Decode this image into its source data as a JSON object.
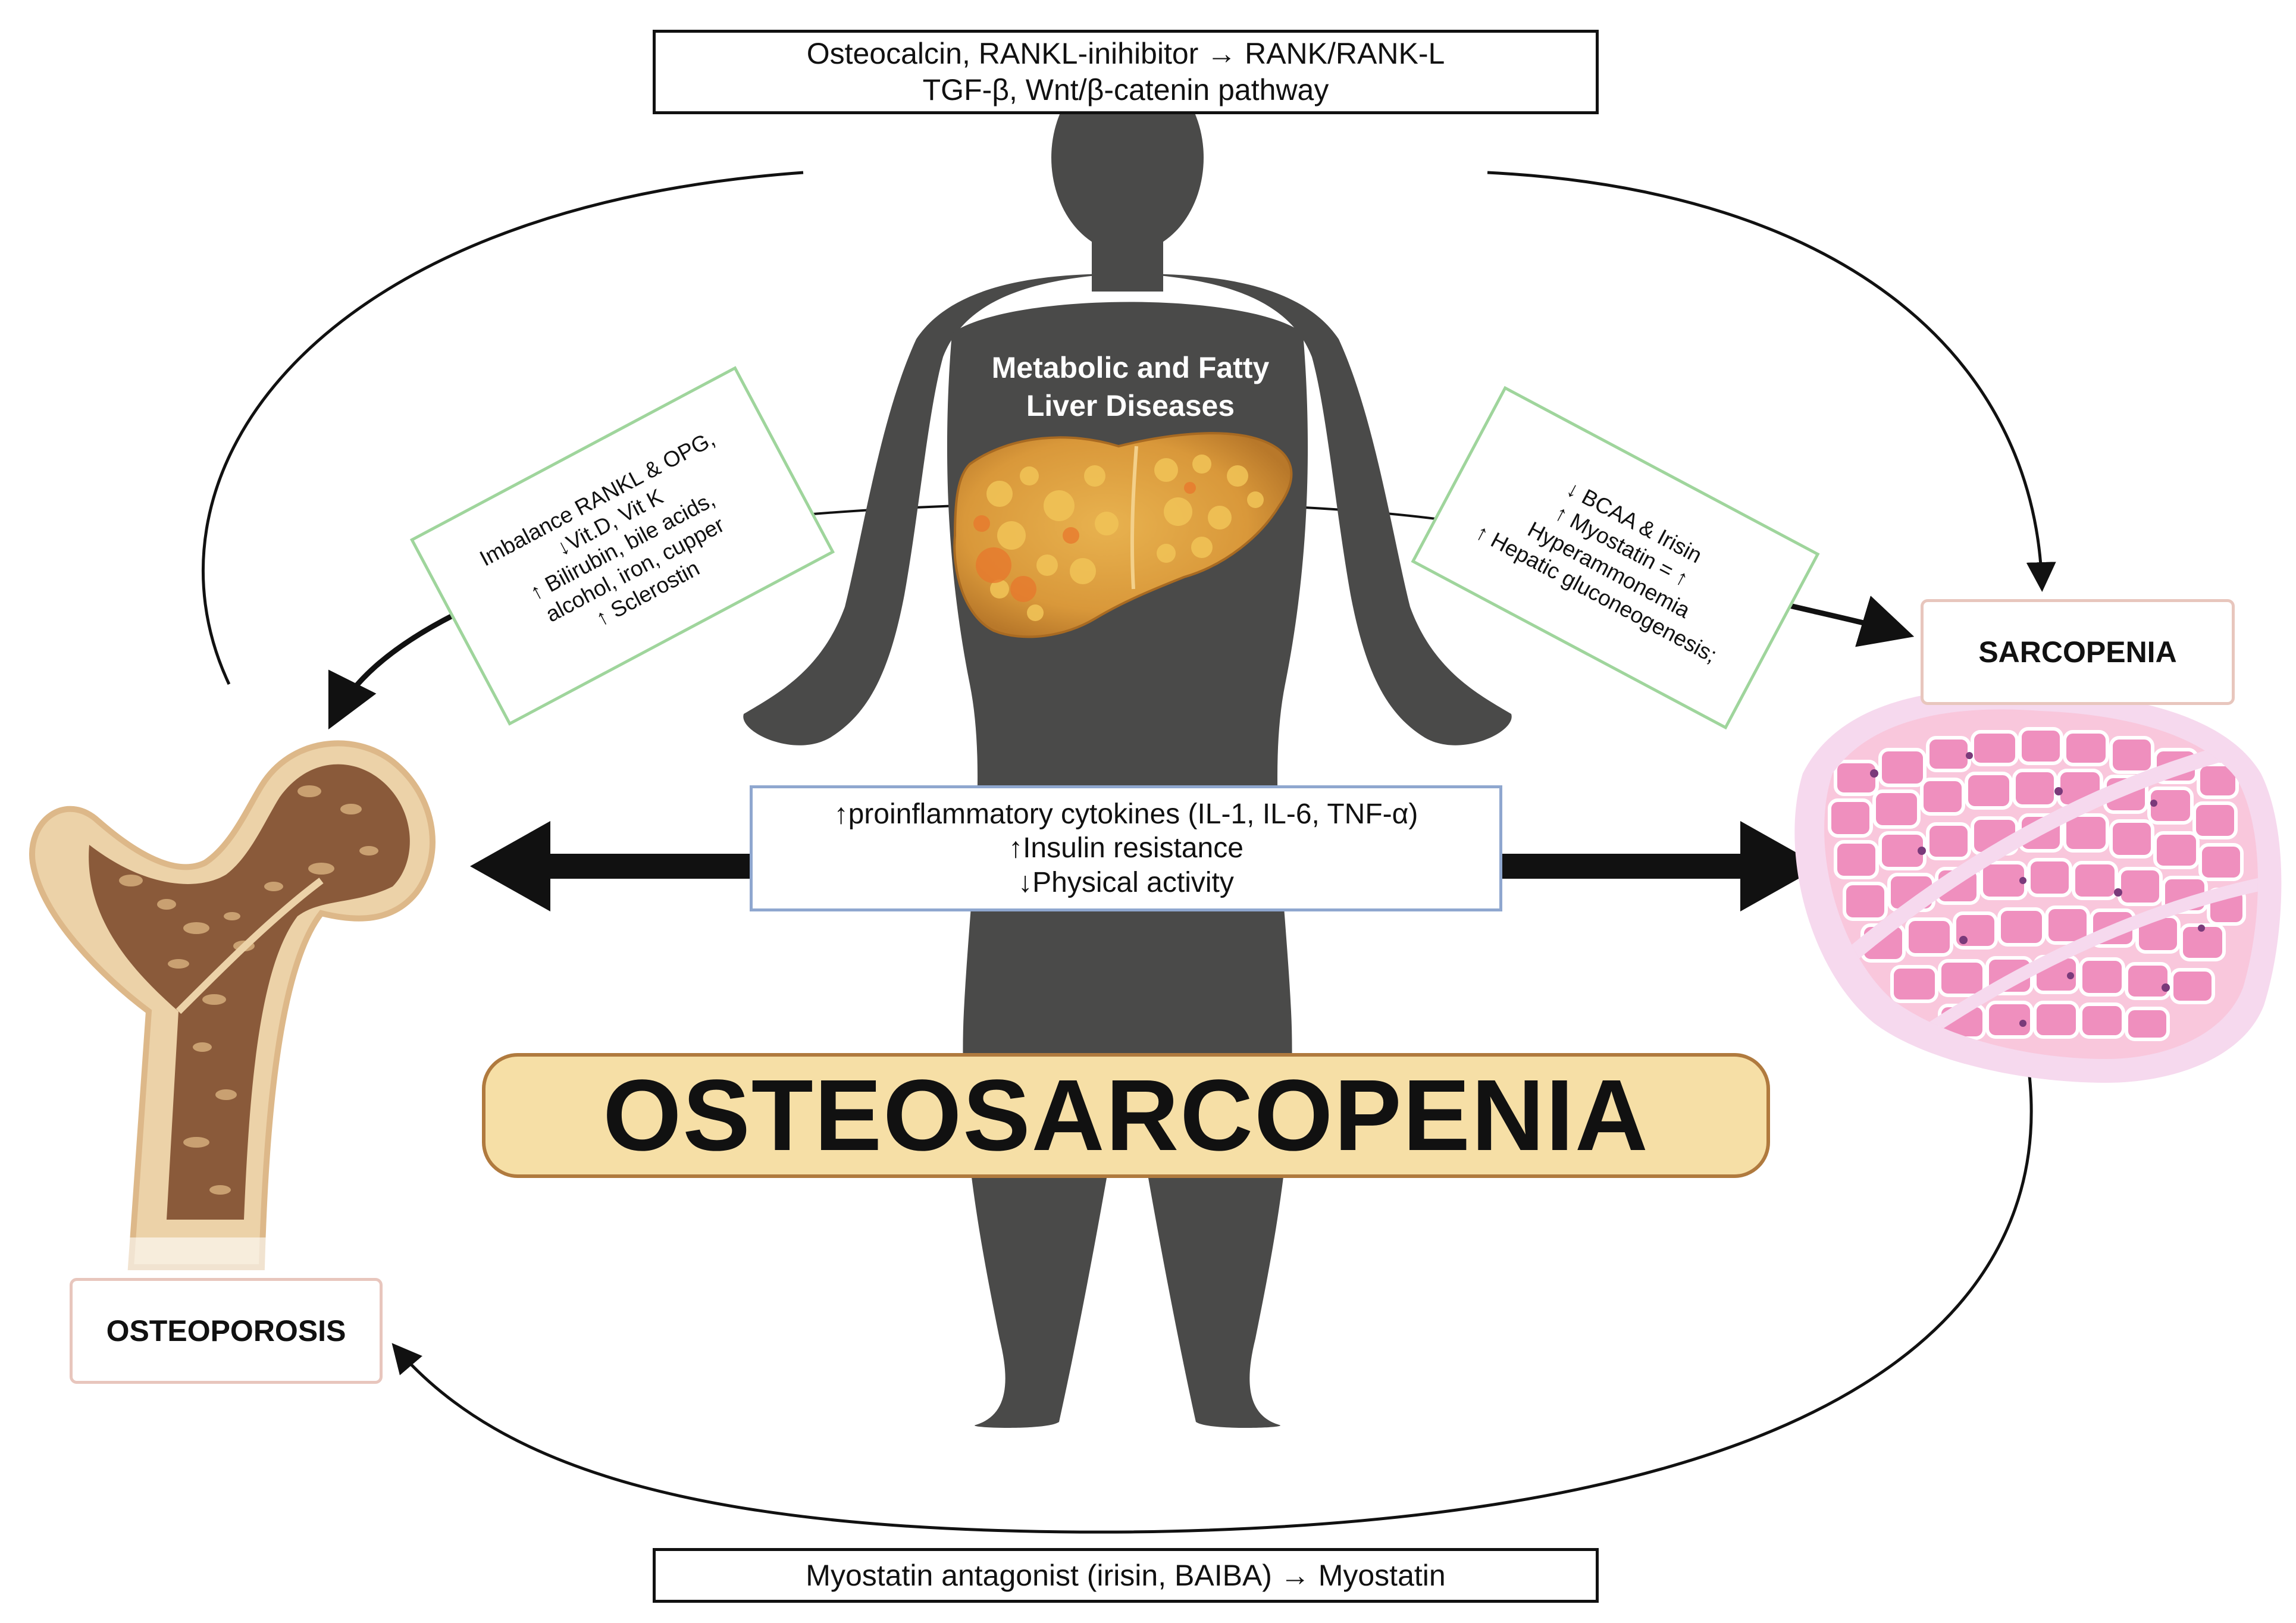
{
  "top_box": {
    "line1": "Osteocalcin, RANKL-inihibitor → RANK/RANK-L",
    "line2": "TGF-β, Wnt/β-catenin pathway"
  },
  "bottom_box": {
    "text": "Myostatin antagonist (irisin, BAIBA) → Myostatin"
  },
  "liver": {
    "title_line1": "Metabolic and Fatty",
    "title_line2": "Liver Diseases"
  },
  "left_box": {
    "lines": [
      "Imbalance RANKL & OPG,",
      "↓Vit.D, Vit K",
      "↑ Bilirubin, bile acids,",
      "alcohol, iron, cupper",
      "↑ Sclerostin"
    ]
  },
  "right_box": {
    "lines": [
      "↓ BCAA & Irisin",
      "↑ Myostatin = ↑",
      "Hyperammonemia",
      "↑ Hepatic gluconeogenesis;"
    ]
  },
  "center_box": {
    "lines": [
      "↑proinflammatory cytokines (IL-1, IL-6, TNF-α)",
      "↑Insulin resistance",
      "↓Physical activity"
    ]
  },
  "center_label": "OSTEOSARCOPENIA",
  "sarcopenia_label": "SARCOPENIA",
  "osteoporosis_label": "OSTEOPOROSIS",
  "colors": {
    "silhouette": "#4a4a49",
    "liver": "#d99c3e",
    "bone_outline": "#ddb889",
    "bone_trabecular": "#8a5a3a",
    "muscle_pink": "#ef8fbe",
    "muscle_halo": "#f6d9ee",
    "pill_fill": "#f6dfa6",
    "green_border": "#9fd59c",
    "blue_border": "#8fa7cf"
  }
}
